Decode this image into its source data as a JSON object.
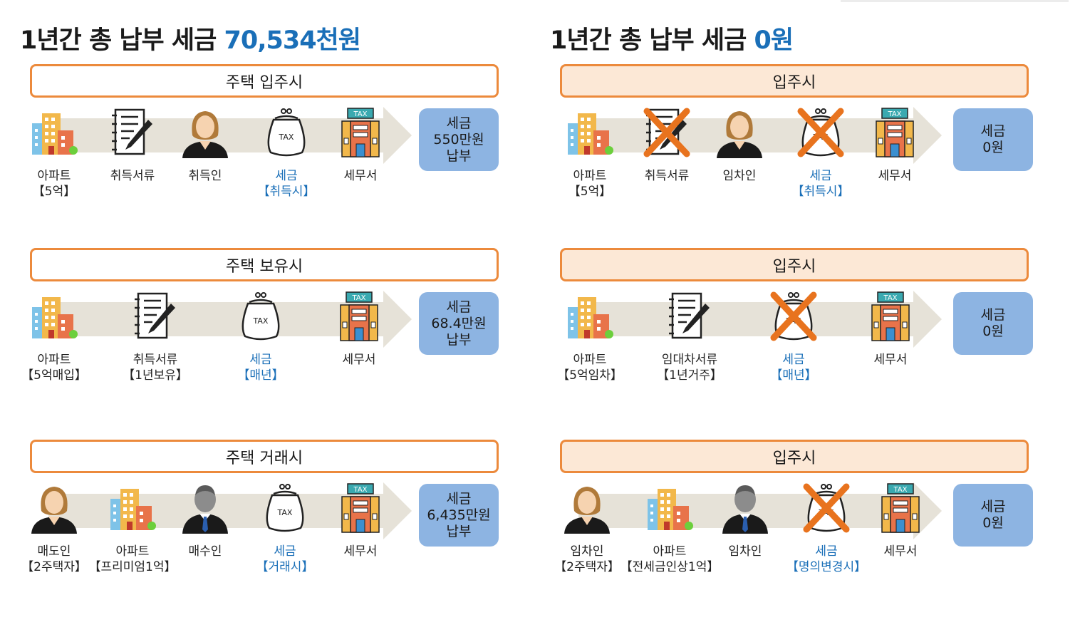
{
  "colors": {
    "accent_blue": "#1a6fb8",
    "border_orange": "#ec8a3c",
    "header_fill_right": "#fce8d6",
    "tax_box": "#8db4e2",
    "arrow": "#e6e2d8",
    "cross": "#e8731e"
  },
  "left": {
    "title_prefix": "1년간 총 납부 세금 ",
    "title_amount": "70,534천원",
    "rows": [
      {
        "header": "주택 입주시",
        "steps": [
          {
            "icon": "apartment-icon",
            "line1": "아파트",
            "line2": "【5억】"
          },
          {
            "icon": "document-icon",
            "line1": "취득서류",
            "line2": ""
          },
          {
            "icon": "woman-icon",
            "line1": "취득인",
            "line2": ""
          },
          {
            "icon": "tax-bag-icon",
            "line1": "세금",
            "line2": "【취득시】"
          },
          {
            "icon": "tax-office-icon",
            "line1": "세무서",
            "line2": ""
          }
        ],
        "result": {
          "line1": "세금",
          "line2": "550만원",
          "line3": "납부"
        }
      },
      {
        "header": "주택 보유시",
        "steps": [
          {
            "icon": "apartment-icon",
            "line1": "아파트",
            "line2": "【5억매입】"
          },
          {
            "icon": "document-icon",
            "line1": "취득서류",
            "line2": "【1년보유】"
          },
          {
            "icon": "tax-bag-icon",
            "line1": "세금",
            "line2": "【매년】"
          },
          {
            "icon": "tax-office-icon",
            "line1": "세무서",
            "line2": ""
          }
        ],
        "result": {
          "line1": "세금",
          "line2": "68.4만원",
          "line3": "납부"
        }
      },
      {
        "header": "주택 거래시",
        "steps": [
          {
            "icon": "woman-icon",
            "line1": "매도인",
            "line2": "【2주택자】"
          },
          {
            "icon": "apartment-icon",
            "line1": "아파트",
            "line2": "【프리미엄1억】"
          },
          {
            "icon": "man-icon",
            "line1": "매수인",
            "line2": ""
          },
          {
            "icon": "tax-bag-icon",
            "line1": "세금",
            "line2": "【거래시】"
          },
          {
            "icon": "tax-office-icon",
            "line1": "세무서",
            "line2": ""
          }
        ],
        "result": {
          "line1": "세금",
          "line2": "6,435만원",
          "line3": "납부"
        }
      }
    ]
  },
  "right": {
    "title_prefix": "1년간 총 납부 세금 ",
    "title_amount": "0원",
    "rows": [
      {
        "header": "입주시",
        "steps": [
          {
            "icon": "apartment-icon",
            "line1": "아파트",
            "line2": "【5억】"
          },
          {
            "icon": "document-icon",
            "line1": "취득서류",
            "line2": "",
            "crossed": true
          },
          {
            "icon": "woman-icon",
            "line1": "임차인",
            "line2": ""
          },
          {
            "icon": "tax-bag-icon",
            "line1": "세금",
            "line2": "【취득시】",
            "crossed": true
          },
          {
            "icon": "tax-office-icon",
            "line1": "세무서",
            "line2": ""
          }
        ],
        "result": {
          "line1": "세금",
          "line2": "0원",
          "line3": ""
        }
      },
      {
        "header": "입주시",
        "steps": [
          {
            "icon": "apartment-icon",
            "line1": "아파트",
            "line2": "【5억임차】"
          },
          {
            "icon": "document-icon",
            "line1": "임대차서류",
            "line2": "【1년거주】"
          },
          {
            "icon": "tax-bag-icon",
            "line1": "세금",
            "line2": "【매년】",
            "crossed": true
          },
          {
            "icon": "tax-office-icon",
            "line1": "세무서",
            "line2": ""
          }
        ],
        "result": {
          "line1": "세금",
          "line2": "0원",
          "line3": ""
        }
      },
      {
        "header": "입주시",
        "steps": [
          {
            "icon": "woman-icon",
            "line1": "임차인",
            "line2": "【2주택자】"
          },
          {
            "icon": "apartment-icon",
            "line1": "아파트",
            "line2": "【전세금인상1억】"
          },
          {
            "icon": "man-icon",
            "line1": "임차인",
            "line2": ""
          },
          {
            "icon": "tax-bag-icon",
            "line1": "세금",
            "line2": "【명의변경시】",
            "crossed": true
          },
          {
            "icon": "tax-office-icon",
            "line1": "세무서",
            "line2": ""
          }
        ],
        "result": {
          "line1": "세금",
          "line2": "0원",
          "line3": ""
        }
      }
    ]
  }
}
